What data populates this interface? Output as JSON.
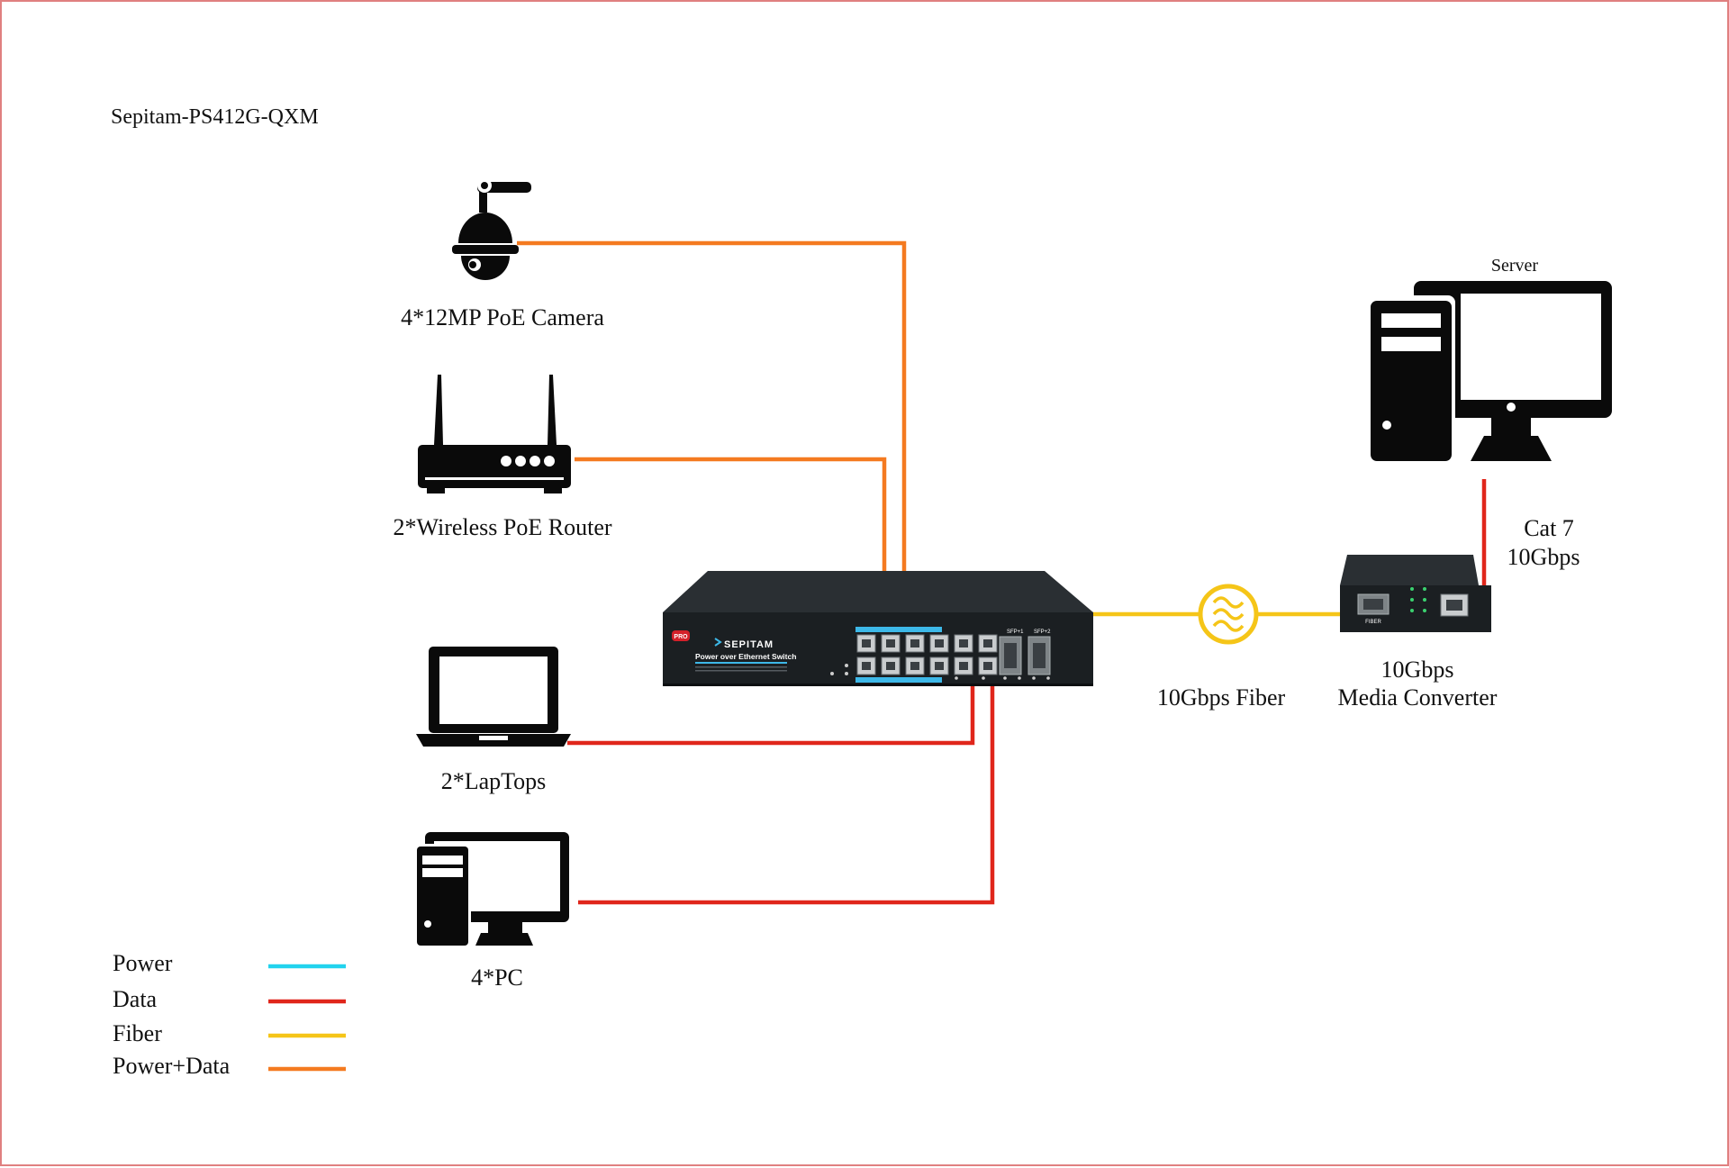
{
  "title": "Sepitam-PS412G-QXM",
  "colors": {
    "power": "#22d3ee",
    "data": "#e0261b",
    "fiber": "#f5c518",
    "power_data": "#f47a20",
    "device": "#0a0a0a",
    "switch_body": "#1b1f22",
    "switch_accent": "#3db8e8"
  },
  "devices": {
    "camera": {
      "label": "4*12MP PoE Camera",
      "icon": "ptz-camera-icon"
    },
    "router": {
      "label": "2*Wireless PoE Router",
      "icon": "wireless-router-icon"
    },
    "laptop": {
      "label": "2*LapTops",
      "icon": "laptop-icon"
    },
    "pc": {
      "label": "4*PC",
      "icon": "desktop-pc-icon"
    },
    "server": {
      "label": "Server",
      "icon": "server-computer-icon"
    },
    "media_converter": {
      "label_line1": "10Gbps",
      "label_line2": "Media Converter",
      "icon": "media-converter-icon",
      "port_label": "FIBER"
    }
  },
  "switch": {
    "brand": "SEPITAM",
    "subtitle": "Power over Ethernet Switch",
    "badge": "PRO",
    "sfp1_label": "SFP+1",
    "sfp2_label": "SFP+2",
    "icon": "poe-switch-icon"
  },
  "links": {
    "fiber_label": "10Gbps Fiber",
    "cat7_line1": "Cat 7",
    "cat7_line2": "10Gbps"
  },
  "legend": [
    {
      "label": "Power",
      "color": "#22d3ee"
    },
    {
      "label": "Data",
      "color": "#e0261b"
    },
    {
      "label": "Fiber",
      "color": "#f5c518"
    },
    {
      "label": "Power+Data",
      "color": "#f47a20"
    }
  ]
}
